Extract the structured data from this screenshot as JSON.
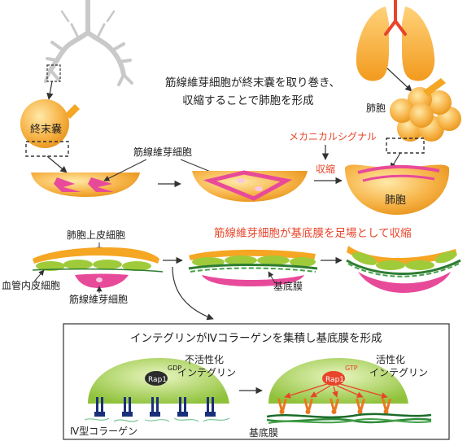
{
  "headline": {
    "line1": "筋線維芽細胞が終末嚢を取り巻き、",
    "line2": "収縮することで肺胞を形成"
  },
  "labels": {
    "terminal_sac": "終末嚢",
    "myofibroblast": "筋線維芽細胞",
    "mechanical_signal": "メカニカルシグナル",
    "contraction": "収縮",
    "alveolus": "肺胞",
    "alveolus_cluster": "肺胞",
    "alveolar_epithelial_cell": "肺胞上皮細胞",
    "myofibroblast_lower": "筋線維芽細胞",
    "endothelial_cell": "血管内皮細胞",
    "basement_membrane": "基底膜",
    "basement_membrane_box": "基底膜",
    "collagen_iv": "Ⅳ型コラーゲン"
  },
  "mid_headline": "筋線維芽細胞が基底膜を足場として収縮",
  "box": {
    "title": "インテグリンがⅣコラーゲンを集積し基底膜を形成",
    "left": {
      "rap1": "Rap1",
      "nucleotide": "GDP",
      "integrin_line1": "不活性化",
      "integrin_line2": "インテグリン"
    },
    "right": {
      "rap1": "Rap1",
      "nucleotide": "GTP",
      "integrin_line1": "活性化",
      "integrin_line2": "インテグリン"
    }
  },
  "colors": {
    "orange": "#f5a623",
    "orange_dark": "#e08a10",
    "pink": "#e84a9a",
    "green": "#9fcb3a",
    "accent_red": "#e8452a",
    "navy": "#1a2f7a"
  }
}
